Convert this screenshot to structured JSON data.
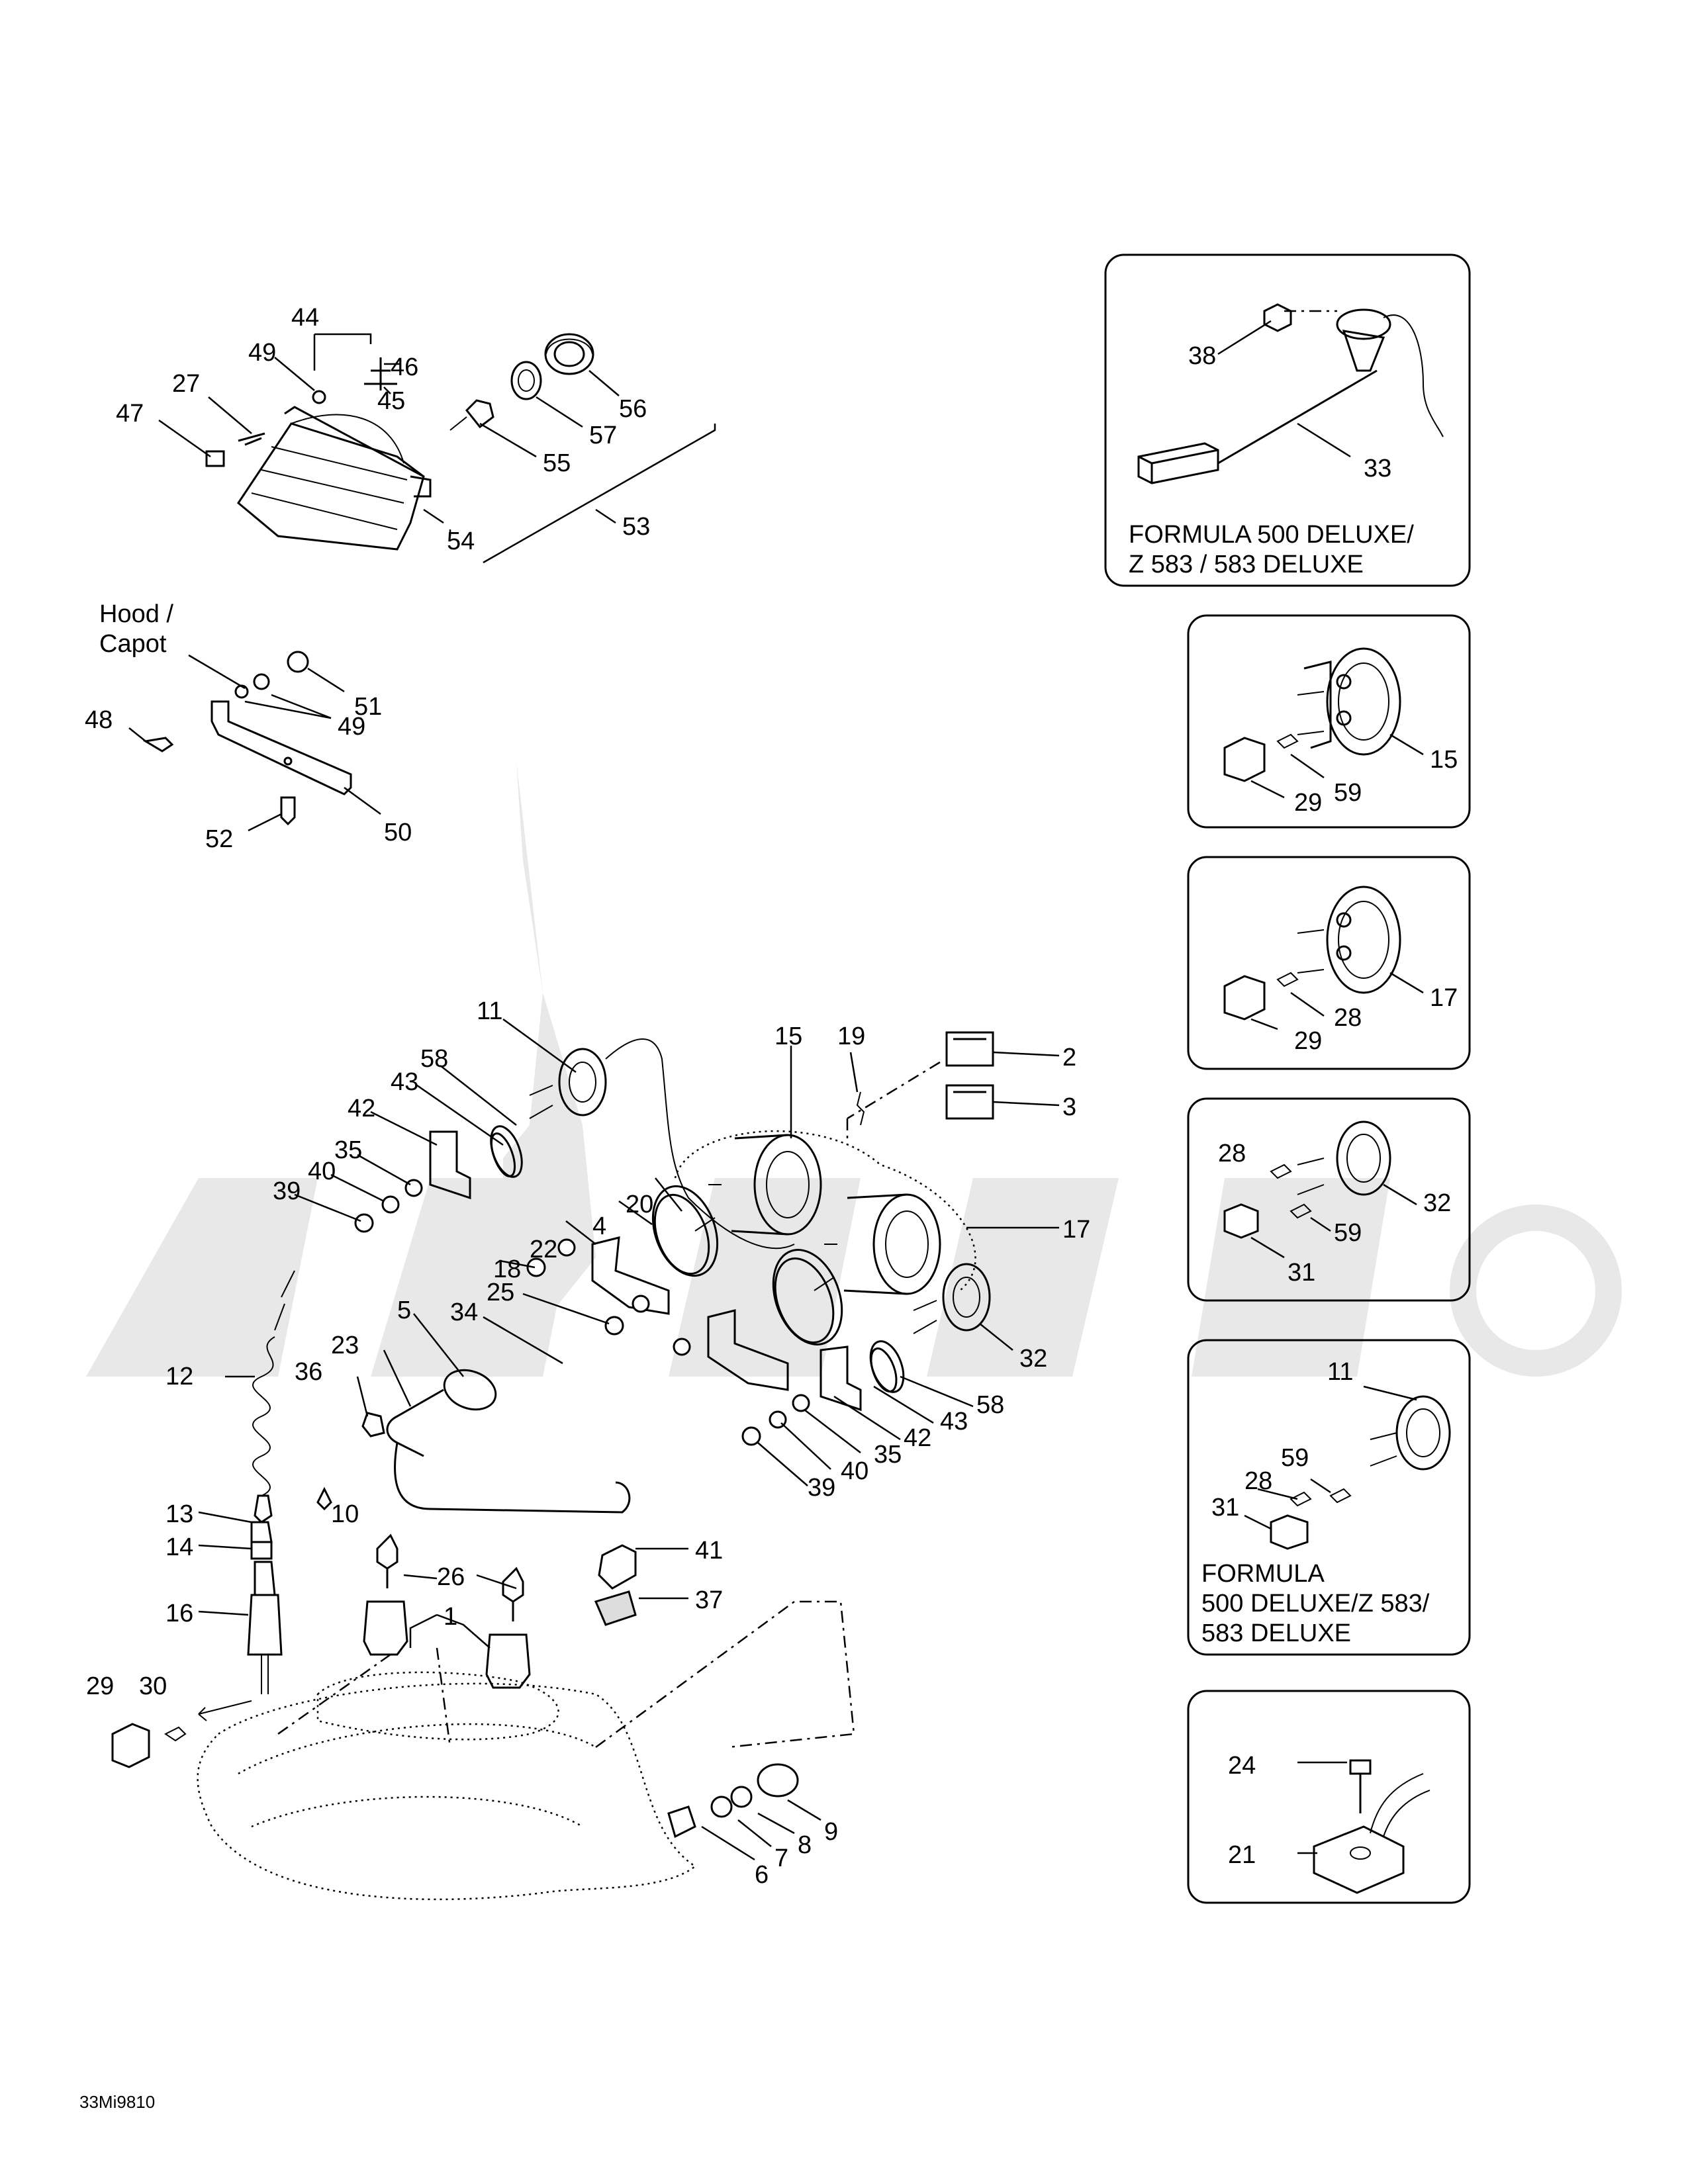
{
  "diagram_code": "33Mi9810",
  "hood_label": {
    "line1": "Hood /",
    "line2": "Capot"
  },
  "insets": [
    {
      "id": "inset-1",
      "note": [
        "FORMULA 500 DELUXE/",
        "Z 583 / 583 DELUXE"
      ]
    },
    {
      "id": "inset-2",
      "note": []
    },
    {
      "id": "inset-3",
      "note": []
    },
    {
      "id": "inset-4",
      "note": []
    },
    {
      "id": "inset-5",
      "note": [
        "FORMULA",
        "500 DELUXE/Z 583/",
        "583 DELUXE"
      ]
    },
    {
      "id": "inset-6",
      "note": []
    }
  ],
  "callouts": [
    "44",
    "49",
    "46",
    "27",
    "45",
    "47",
    "56",
    "57",
    "55",
    "54",
    "53",
    "51",
    "49",
    "48",
    "50",
    "52",
    "11",
    "58",
    "43",
    "42",
    "35",
    "40",
    "39",
    "15",
    "19",
    "2",
    "3",
    "20",
    "4",
    "17",
    "22",
    "18",
    "25",
    "34",
    "5",
    "23",
    "36",
    "12",
    "32",
    "58",
    "43",
    "42",
    "35",
    "40",
    "39",
    "10",
    "13",
    "14",
    "16",
    "29",
    "30",
    "26",
    "1",
    "41",
    "37",
    "9",
    "8",
    "7",
    "6",
    "38",
    "33",
    "15",
    "59",
    "29",
    "17",
    "28",
    "29",
    "28",
    "32",
    "59",
    "31",
    "11",
    "59",
    "28",
    "31",
    "24",
    "21"
  ]
}
